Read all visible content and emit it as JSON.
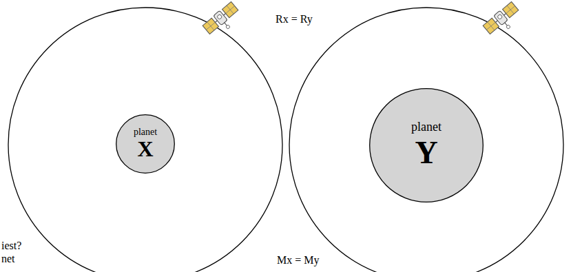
{
  "diagram": {
    "nodes": [
      {
        "text": [
          "planet",
          "X"
        ]
      },
      {
        "text": [
          "planet",
          "Y"
        ]
      }
    ],
    "labels": [
      "Rx = Ry",
      "iest?",
      "net",
      "Mx = My"
    ]
  }
}
